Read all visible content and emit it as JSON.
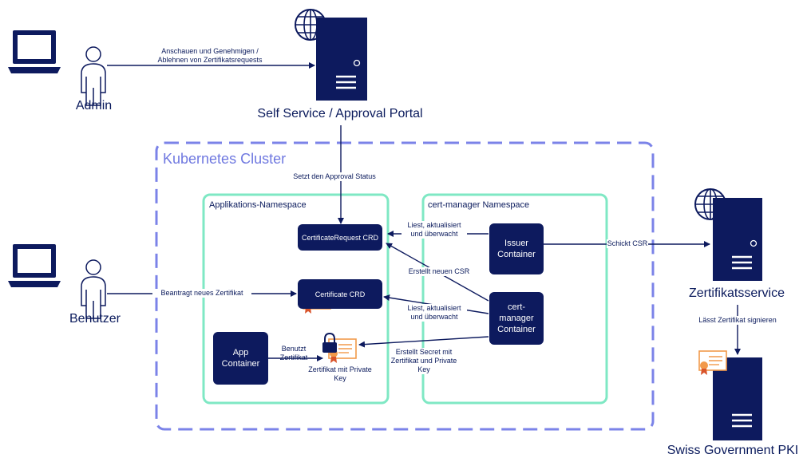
{
  "admin": {
    "label": "Admin",
    "action": "Anschauen und Genehmigen / Ablehnen von Zertifikatsrequests"
  },
  "benutzer": {
    "label": "Benutzer",
    "action": "Beantragt neues Zertifikat"
  },
  "portal": {
    "label": "Self Service / Approval Portal",
    "status_action": "Setzt den Approval Status"
  },
  "cluster": {
    "label": "Kubernetes Cluster"
  },
  "app_namespace": {
    "label": "Applikations-Namespace",
    "certificate_request": "CertificateRequest CRD",
    "certificate": "Certificate CRD",
    "app_container": "App Container",
    "uses_certificate": "Benutzt Zertifikat",
    "certificate_with_key": "Zertifikat mit Private Key"
  },
  "cm_namespace": {
    "label": "cert-manager Namespace",
    "issuer_container": "Issuer Container",
    "cm_container": "cert-manager Container",
    "issuer_reads": "Liest, aktualisiert und überwacht",
    "creates_csr": "Erstellt neuen CSR",
    "cm_reads": "Liest, aktualisiert und überwacht",
    "creates_secret": "Erstellt Secret mit Zertifikat und Private Key"
  },
  "zertifikatsservice": {
    "label": "Zertifikatsservice",
    "sends_csr": "Schickt CSR",
    "signs": "Lässt Zertifikat signieren"
  },
  "pki": {
    "label": "Swiss Government PKI"
  },
  "colors": {
    "navy": "#0d1a5e",
    "cluster_border": "#7b83e8",
    "namespace_border": "#7fe8c4",
    "certificate_orange": "#f2994a"
  },
  "icons": [
    "laptop-icon",
    "person-icon",
    "globe-icon",
    "server-icon",
    "certificate-icon",
    "lock-icon"
  ]
}
